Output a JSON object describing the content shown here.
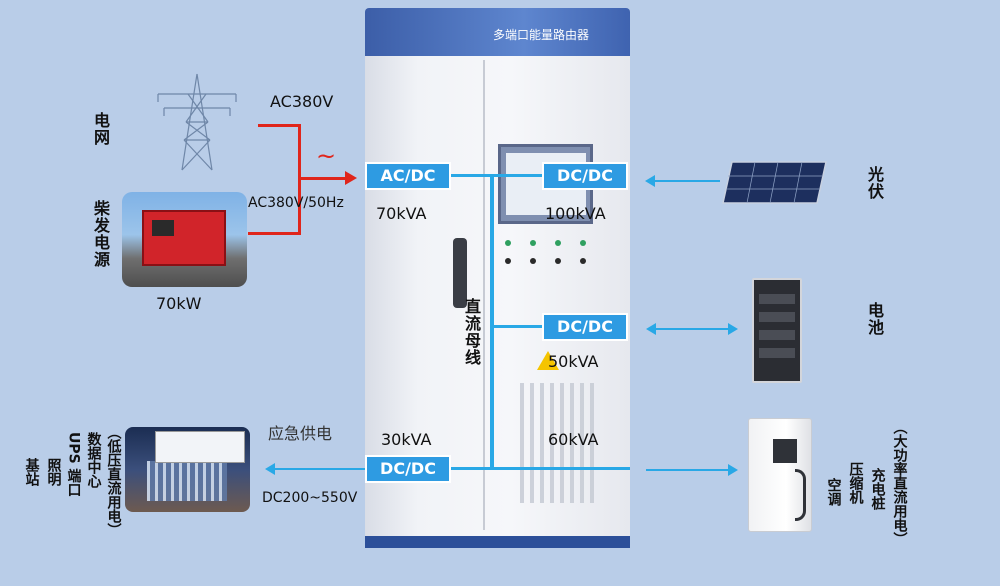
{
  "cabinet": {
    "title": "多端口能量路由器"
  },
  "sources": {
    "grid_label": "电网",
    "diesel_label": "柴发电源",
    "ac380": "AC380V",
    "ac380_50": "AC380V/50Hz",
    "diesel_power": "70kW",
    "wave_symbol": "~"
  },
  "converters": {
    "acdc_label": "AC/DC",
    "acdc_power": "70kVA",
    "pv_dcdc_label": "DC/DC",
    "pv_dcdc_power": "100kVA",
    "bat_dcdc_label": "DC/DC",
    "bat_dcdc_power": "50kVA",
    "out_dcdc_label": "DC/DC",
    "out_dcdc_power": "30kVA",
    "charger_power": "60kVA"
  },
  "bus_label": "直流母线",
  "right": {
    "pv_label": "光伏",
    "battery_label": "电池",
    "charger_loads": [
      "空调",
      "压缩机",
      "充电桩"
    ],
    "charger_note": "（大功率直流用电）"
  },
  "left": {
    "emergency": "应急供电",
    "dc_range": "DC200~550V",
    "loads": [
      "基站",
      "照明",
      "UPS 端口",
      "数据中心"
    ],
    "loads_note": "（低压直流用电）"
  }
}
